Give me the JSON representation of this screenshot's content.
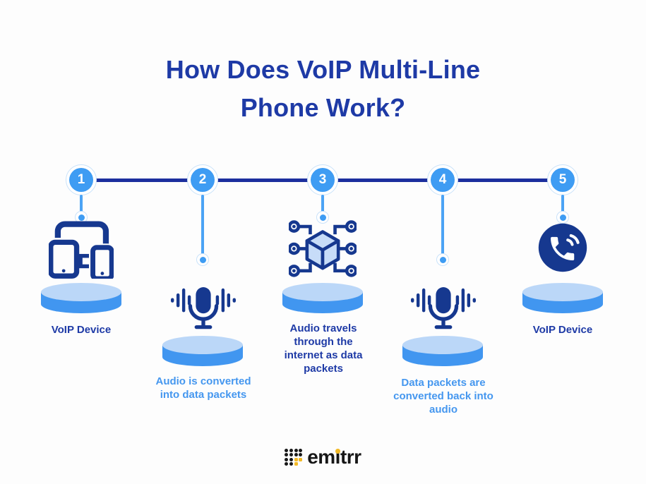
{
  "title": "How Does VoIP Multi-Line\nPhone Work?",
  "steps": [
    {
      "number": "1",
      "icon": "devices-icon",
      "label": "VoIP Device",
      "label_color": "navy",
      "stem": "short"
    },
    {
      "number": "2",
      "icon": "microphone-audio-waves-icon",
      "label": "Audio is converted\ninto data packets",
      "label_color": "blue",
      "stem": "long"
    },
    {
      "number": "3",
      "icon": "network-cube-icon",
      "label": "Audio travels\nthrough the\ninternet as data\npackets",
      "label_color": "navy",
      "stem": "short"
    },
    {
      "number": "4",
      "icon": "microphone-audio-waves-icon",
      "label": "Data packets are\nconverted back into\naudio",
      "label_color": "blue",
      "stem": "long"
    },
    {
      "number": "5",
      "icon": "phone-call-icon",
      "label": "VoIP Device",
      "label_color": "navy",
      "stem": "short"
    }
  ],
  "footer": {
    "logo_text": "emitrr",
    "logo_icon": "emitrr-dots-icon"
  },
  "colors": {
    "background": "#FDFDFD",
    "title_navy": "#1E3AA6",
    "icon_navy": "#16388F",
    "timeline_navy": "#1C2F9E",
    "circle_blue": "#3E9CF3",
    "ring_border": "#C9E2FA",
    "stem_blue": "#4BA3F5",
    "label_blue": "#4597EF",
    "platform_top": "#BBD7F8",
    "platform_side": "#4196F0",
    "cube_fill": "#C7DCF8",
    "logo_black": "#171717",
    "logo_yellow": "#F2B927"
  }
}
